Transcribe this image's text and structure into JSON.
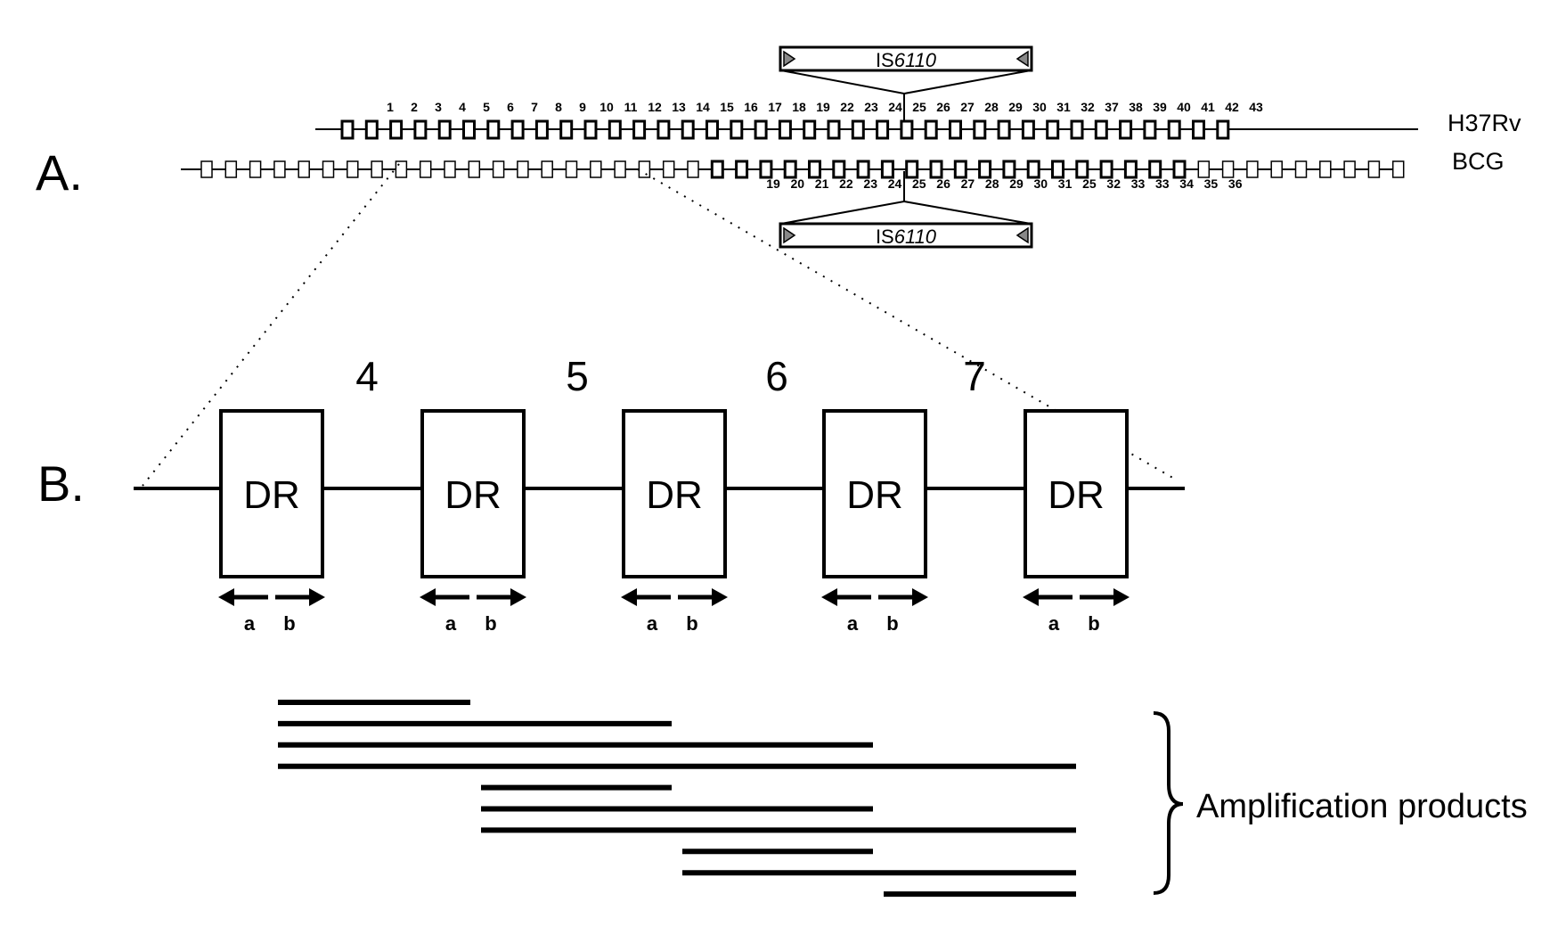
{
  "panel_a": {
    "label": "A.",
    "is_element": {
      "prefix": "IS",
      "italic": "6110"
    },
    "strains": [
      {
        "name": "H37Rv"
      },
      {
        "name": "BCG"
      }
    ],
    "h37rv_spacer_numbers": [
      "1",
      "2",
      "3",
      "4",
      "5",
      "6",
      "7",
      "8",
      "9",
      "10",
      "11",
      "12",
      "13",
      "14",
      "15",
      "16",
      "17",
      "18",
      "19",
      "22",
      "23",
      "24",
      "25",
      "26",
      "27",
      "28",
      "29",
      "30",
      "31",
      "32",
      "37",
      "38",
      "39",
      "40",
      "41",
      "42",
      "43"
    ],
    "bcg_spacer_numbers": [
      "19",
      "20",
      "21",
      "22",
      "23",
      "24",
      "25",
      "26",
      "27",
      "28",
      "29",
      "30",
      "31",
      "25",
      "32",
      "33",
      "33",
      "34",
      "35",
      "36"
    ]
  },
  "panel_b": {
    "label": "B.",
    "repeats": [
      {
        "label": "DR",
        "primer_a": "a",
        "primer_b": "b"
      },
      {
        "label": "DR",
        "primer_a": "a",
        "primer_b": "b"
      },
      {
        "label": "DR",
        "primer_a": "a",
        "primer_b": "b"
      },
      {
        "label": "DR",
        "primer_a": "a",
        "primer_b": "b"
      },
      {
        "label": "DR",
        "primer_a": "a",
        "primer_b": "b"
      }
    ],
    "spacer_labels": [
      "4",
      "5",
      "6",
      "7"
    ]
  },
  "products": {
    "label": "Amplification products",
    "items": [
      {
        "from_repeat": 1,
        "to_repeat": 2
      },
      {
        "from_repeat": 1,
        "to_repeat": 3
      },
      {
        "from_repeat": 1,
        "to_repeat": 4
      },
      {
        "from_repeat": 1,
        "to_repeat": 5
      },
      {
        "from_repeat": 2,
        "to_repeat": 3
      },
      {
        "from_repeat": 2,
        "to_repeat": 4
      },
      {
        "from_repeat": 2,
        "to_repeat": 5
      },
      {
        "from_repeat": 3,
        "to_repeat": 4
      },
      {
        "from_repeat": 3,
        "to_repeat": 5
      },
      {
        "from_repeat": 4,
        "to_repeat": 5
      }
    ]
  }
}
